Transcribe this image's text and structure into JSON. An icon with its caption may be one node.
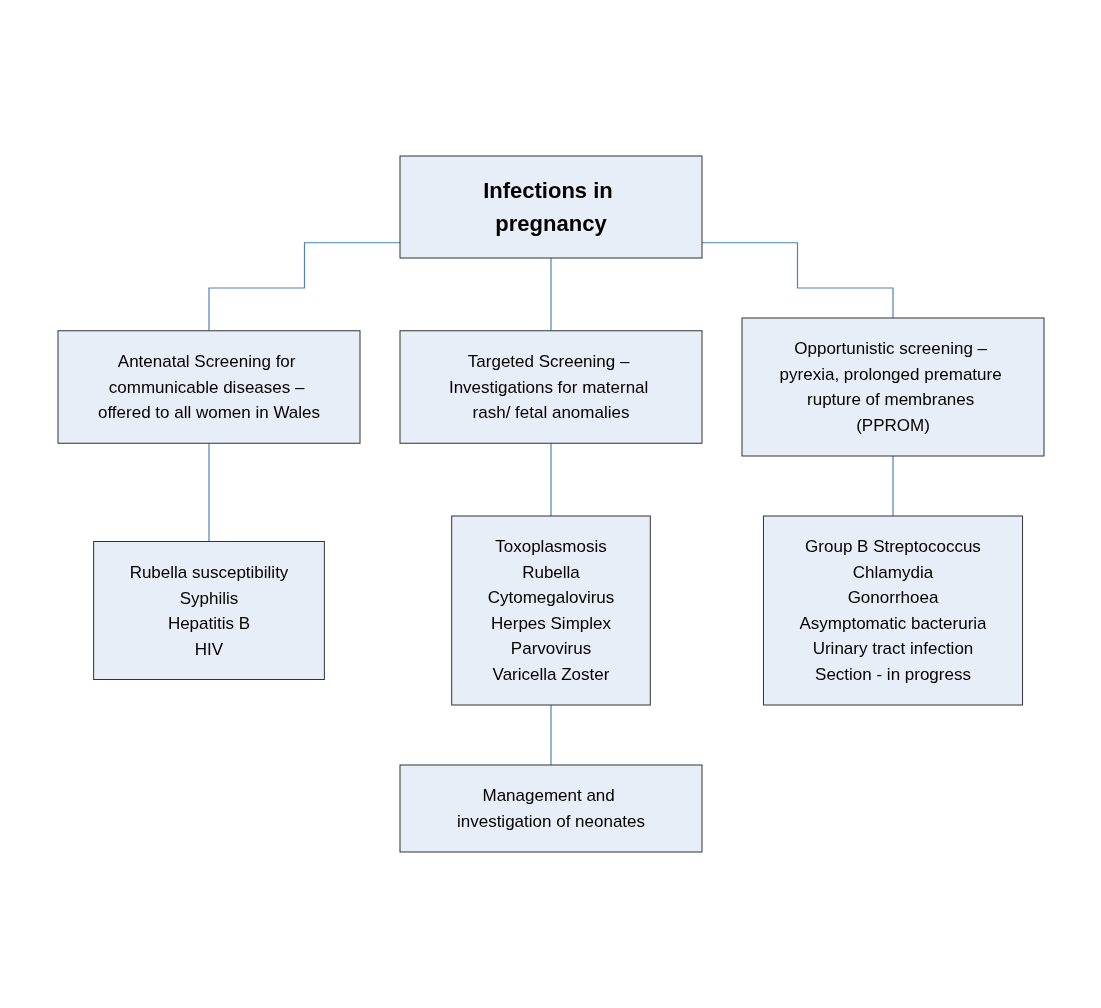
{
  "diagram": {
    "nodes": [
      {
        "text": [
          "Infections in pregnancy"
        ]
      },
      {
        "text": [
          "Antenatal Screening for communicable diseases – offered to all women in Wales"
        ]
      },
      {
        "text": [
          "Targeted Screening – Investigations for maternal rash/ fetal anomalies"
        ]
      },
      {
        "text": [
          "Opportunistic screening – pyrexia, prolonged premature rupture of membranes (PPROM)"
        ]
      },
      {
        "text": [
          "Rubella susceptibility",
          "Syphilis",
          "Hepatitis B",
          "HIV"
        ]
      },
      {
        "text": [
          "Toxoplasmosis",
          "Rubella",
          "Cytomegalovirus",
          "Herpes Simplex",
          "Parvovirus",
          "Varicella Zoster"
        ]
      },
      {
        "text": [
          "Group B Streptococcus",
          "Chlamydia",
          "Gonorrhoea",
          "Asymptomatic bacteruria",
          "Urinary tract infection",
          "Section - in progress"
        ]
      },
      {
        "text": [
          "Management and investigation of neonates"
        ]
      }
    ],
    "edges": [
      {
        "from": 0,
        "to": 1,
        "arrow": "none"
      },
      {
        "from": 0,
        "to": 2,
        "arrow": "none"
      },
      {
        "from": 0,
        "to": 3,
        "arrow": "none"
      },
      {
        "from": 1,
        "to": 4,
        "arrow": "none"
      },
      {
        "from": 2,
        "to": 5,
        "arrow": "none"
      },
      {
        "from": 3,
        "to": 6,
        "arrow": "none"
      },
      {
        "from": 5,
        "to": 7,
        "arrow": "none"
      }
    ]
  }
}
